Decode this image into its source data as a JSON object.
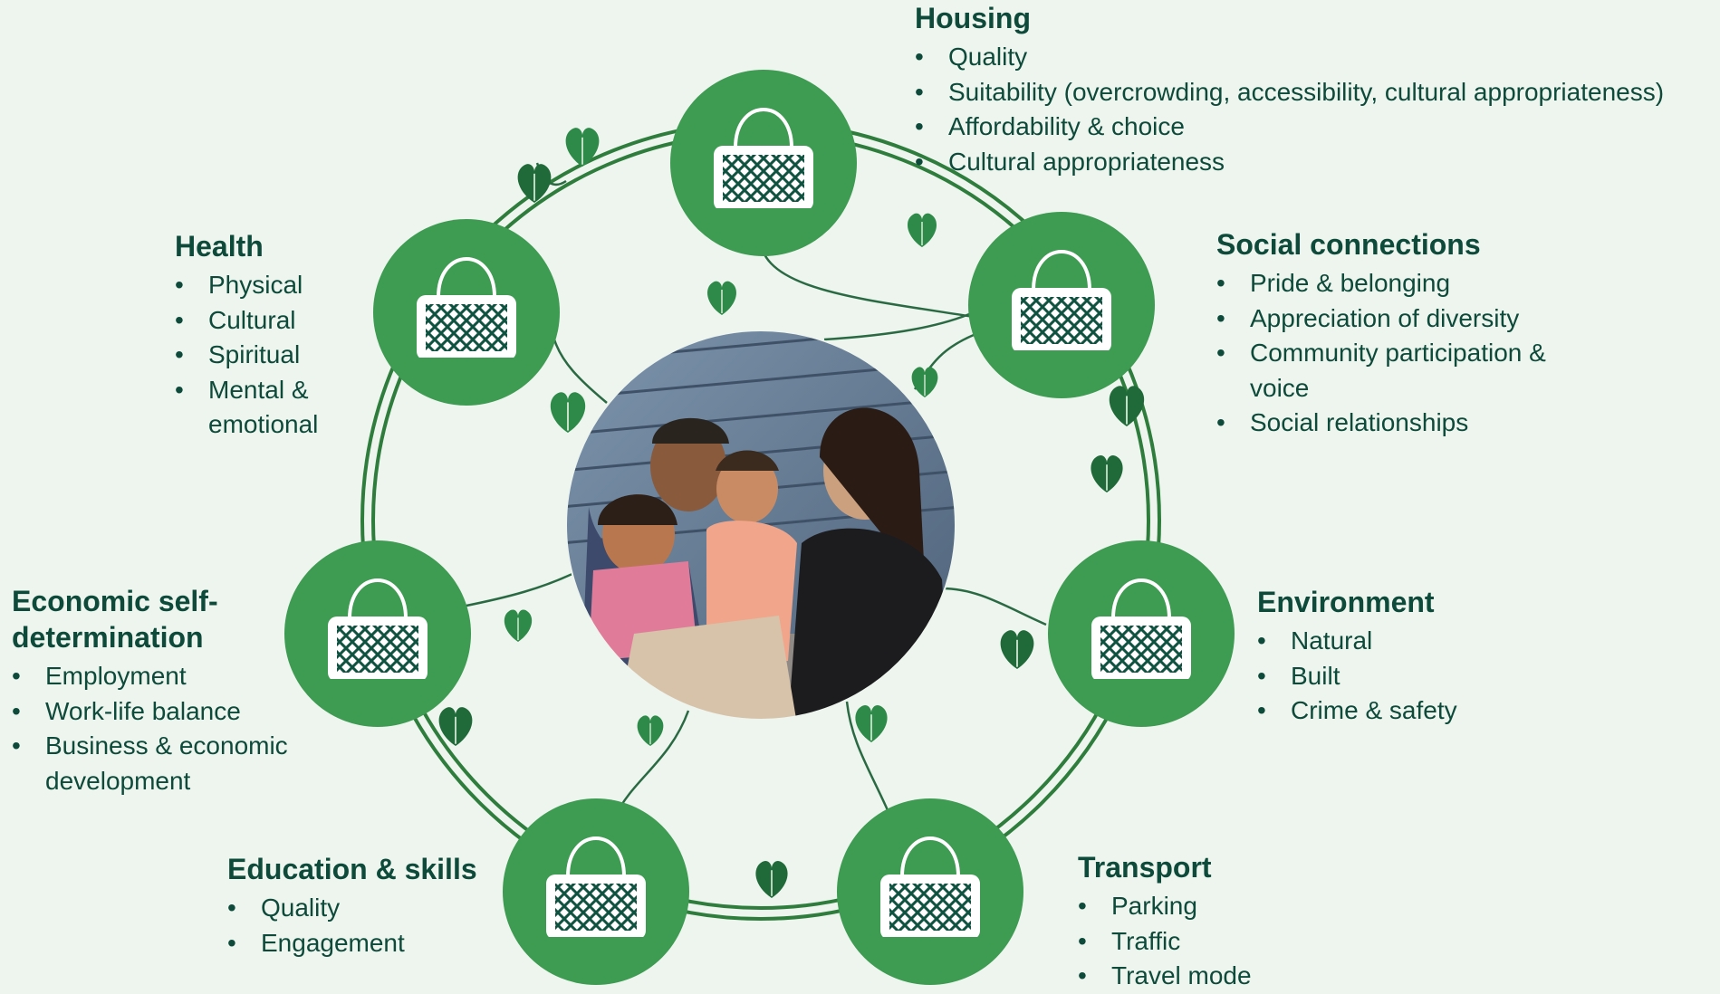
{
  "domains": {
    "housing": {
      "title": "Housing",
      "items": [
        "Quality",
        "Suitability (overcrowding, accessibility, cultural appropriateness)",
        "Affordability & choice",
        "Cultural appropriateness"
      ]
    },
    "social_connections": {
      "title": "Social connections",
      "items": [
        "Pride & belonging",
        "Appreciation of diversity",
        "Community participation & voice",
        "Social relationships"
      ]
    },
    "health": {
      "title": "Health",
      "items": [
        "Physical",
        "Cultural",
        "Spiritual",
        "Mental & emotional"
      ]
    },
    "economic": {
      "title": "Economic self-determination",
      "items": [
        "Employment",
        "Work-life balance",
        "Business & economic development"
      ]
    },
    "environment": {
      "title": "Environment",
      "items": [
        "Natural",
        "Built",
        "Crime & safety"
      ]
    },
    "education": {
      "title": "Education & skills",
      "items": [
        "Quality",
        "Engagement"
      ]
    },
    "transport": {
      "title": "Transport",
      "items": [
        "Parking",
        "Traffic",
        "Travel mode"
      ]
    }
  },
  "colors": {
    "background": "#eef5ee",
    "node_green": "#3e9b52",
    "ring_green": "#2e7d3c",
    "leaf_dark": "#1f6a38",
    "text_dark": "#0d4a3a",
    "basket_pattern": "#0f5240"
  },
  "icons": {
    "node": "basket-icon",
    "vine": "leaf-icon",
    "center": "family-photo"
  }
}
